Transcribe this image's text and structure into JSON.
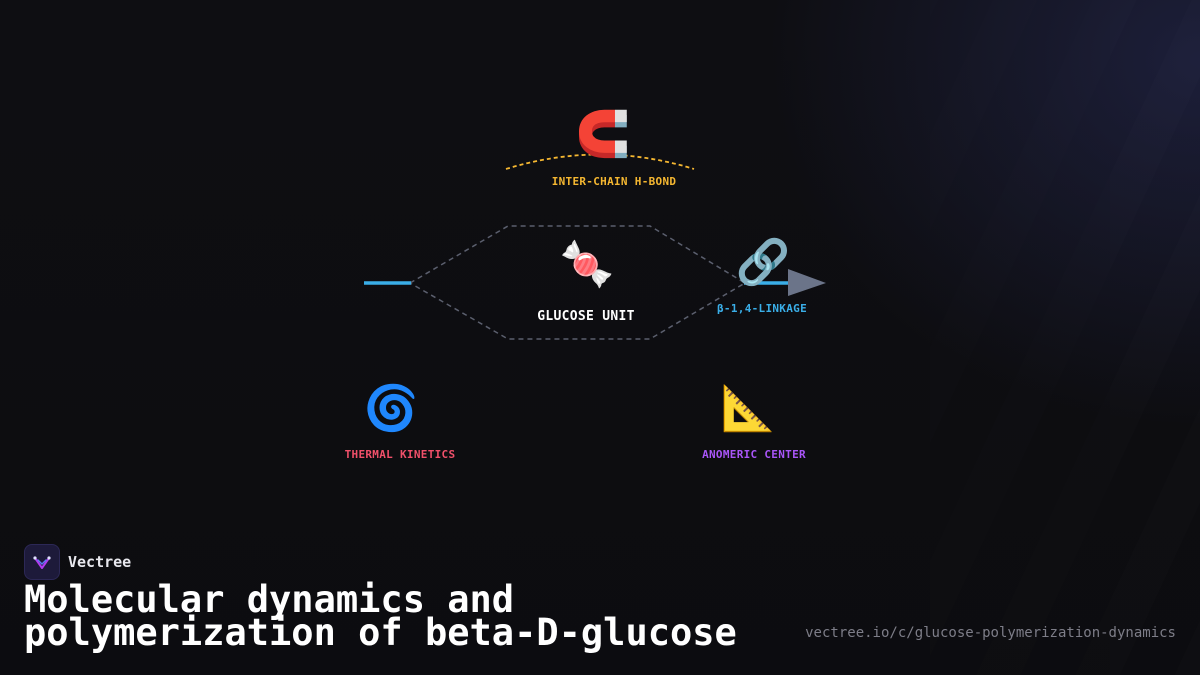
{
  "brand": {
    "name": "Vectree",
    "logo_icon": "vectree-logo-icon"
  },
  "title": "Molecular dynamics and polymerization of beta-D-glucose",
  "url": "vectree.io/c/glucose-polymerization-dynamics",
  "diagram": {
    "center": {
      "label": "GLUCOSE UNIT",
      "emoji": "🍬",
      "icon": "candy-icon"
    },
    "nodes": {
      "top": {
        "label": "INTER-CHAIN H-BOND",
        "emoji": "🧲",
        "icon": "magnet-icon",
        "color": "#f5b731"
      },
      "right": {
        "label": "β-1,4-LINKAGE",
        "emoji": "🔗",
        "icon": "link-icon",
        "color": "#3aaee8"
      },
      "bottom_left": {
        "label": "THERMAL KINETICS",
        "emoji": "🌀",
        "icon": "cyclone-icon",
        "color": "#f0506a"
      },
      "bottom_right": {
        "label": "ANOMERIC CENTER",
        "emoji": "📐",
        "icon": "triangle-ruler-icon",
        "color": "#a855f7"
      }
    },
    "colors": {
      "ring_dash": "#5b5f6e",
      "chain": "#3aaee8",
      "arrow": "#6b7489",
      "hbond_dash": "#f5b731"
    }
  }
}
